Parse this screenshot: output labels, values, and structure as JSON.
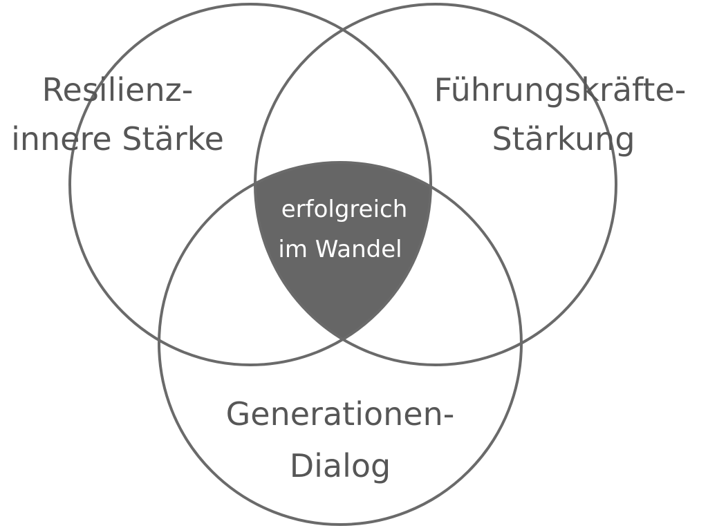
{
  "diagram": {
    "type": "venn",
    "sets": [
      {
        "lines": [
          "Resilienz-",
          "innere Stärke"
        ]
      },
      {
        "lines": [
          "Führungskräfte-",
          "Stärkung"
        ]
      },
      {
        "lines": [
          "Generationen-",
          "Dialog"
        ]
      }
    ],
    "center": {
      "lines": [
        "erfolgreich",
        "im Wandel"
      ]
    },
    "colors": {
      "stroke": "#6a6a6a",
      "center_fill": "#666666",
      "text": "#565656",
      "center_text": "#ffffff"
    }
  }
}
